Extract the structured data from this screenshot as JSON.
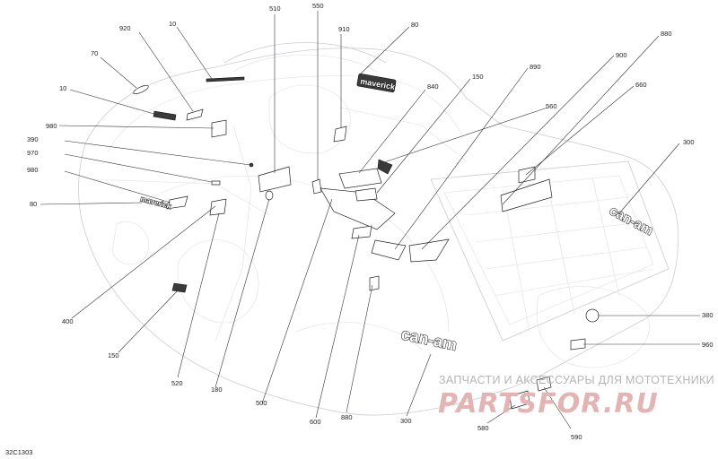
{
  "diagram": {
    "figure_code": "32C1303",
    "callouts": [
      "510",
      "550",
      "910",
      "80",
      "920",
      "10",
      "70",
      "10",
      "980",
      "390",
      "970",
      "980",
      "80",
      "840",
      "150",
      "890",
      "900",
      "880",
      "660",
      "560",
      "300",
      "380",
      "960",
      "400",
      "150",
      "520",
      "180",
      "500",
      "600",
      "880",
      "300",
      "580",
      "590"
    ],
    "logos": {
      "side_text": "can-am",
      "rear_text": "can-am",
      "top_text": "maverick"
    }
  },
  "watermark": {
    "line1": "ЗАПЧАСТИ И АКСЕССУАРЫ ДЛЯ МОТОТЕХНИКИ",
    "line2": "PARTSFOR.RU"
  }
}
